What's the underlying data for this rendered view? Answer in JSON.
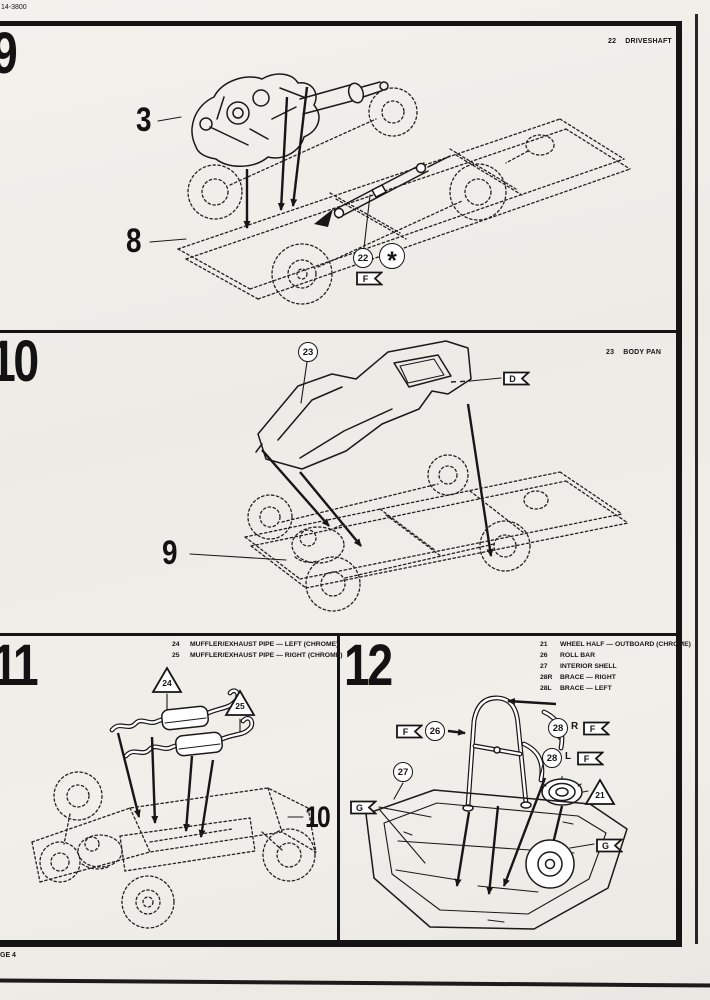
{
  "page": {
    "code": "14-3800",
    "footer": "GE 4"
  },
  "colors": {
    "paper": "#f1efe9",
    "ink": "#161616"
  },
  "step9": {
    "number": "9",
    "caption_num": "22",
    "caption_name": "DRIVESHAFT",
    "label_engine": "3",
    "label_frame": "8",
    "callout_num": "22",
    "callout_symbol": "*",
    "flag_f": "F"
  },
  "step10": {
    "number": "10",
    "caption_num": "23",
    "caption_name": "BODY PAN",
    "callout_num": "23",
    "flag_d": "D",
    "label_chassis": "9"
  },
  "step11": {
    "number": "11",
    "parts": [
      {
        "num": "24",
        "name": "MUFFLER/EXHAUST PIPE — LEFT (CHROME)"
      },
      {
        "num": "25",
        "name": "MUFFLER/EXHAUST PIPE — RIGHT (CHROME)"
      }
    ],
    "tri_left": "24",
    "tri_right": "25",
    "label_chassis": "10"
  },
  "step12": {
    "number": "12",
    "parts": [
      {
        "num": "21",
        "name": "WHEEL HALF — OUTBOARD (CHROME)"
      },
      {
        "num": "26",
        "name": "ROLL BAR"
      },
      {
        "num": "27",
        "name": "INTERIOR SHELL"
      },
      {
        "num": "28R",
        "name": "BRACE — RIGHT"
      },
      {
        "num": "28L",
        "name": "BRACE — LEFT"
      }
    ],
    "callout_rollbar": "26",
    "callout_brace": "28",
    "brace_right_letter": "R",
    "brace_left_letter": "L",
    "callout_shell": "27",
    "tri_wheel": "21",
    "flag_f": "F",
    "flag_g": "G"
  }
}
